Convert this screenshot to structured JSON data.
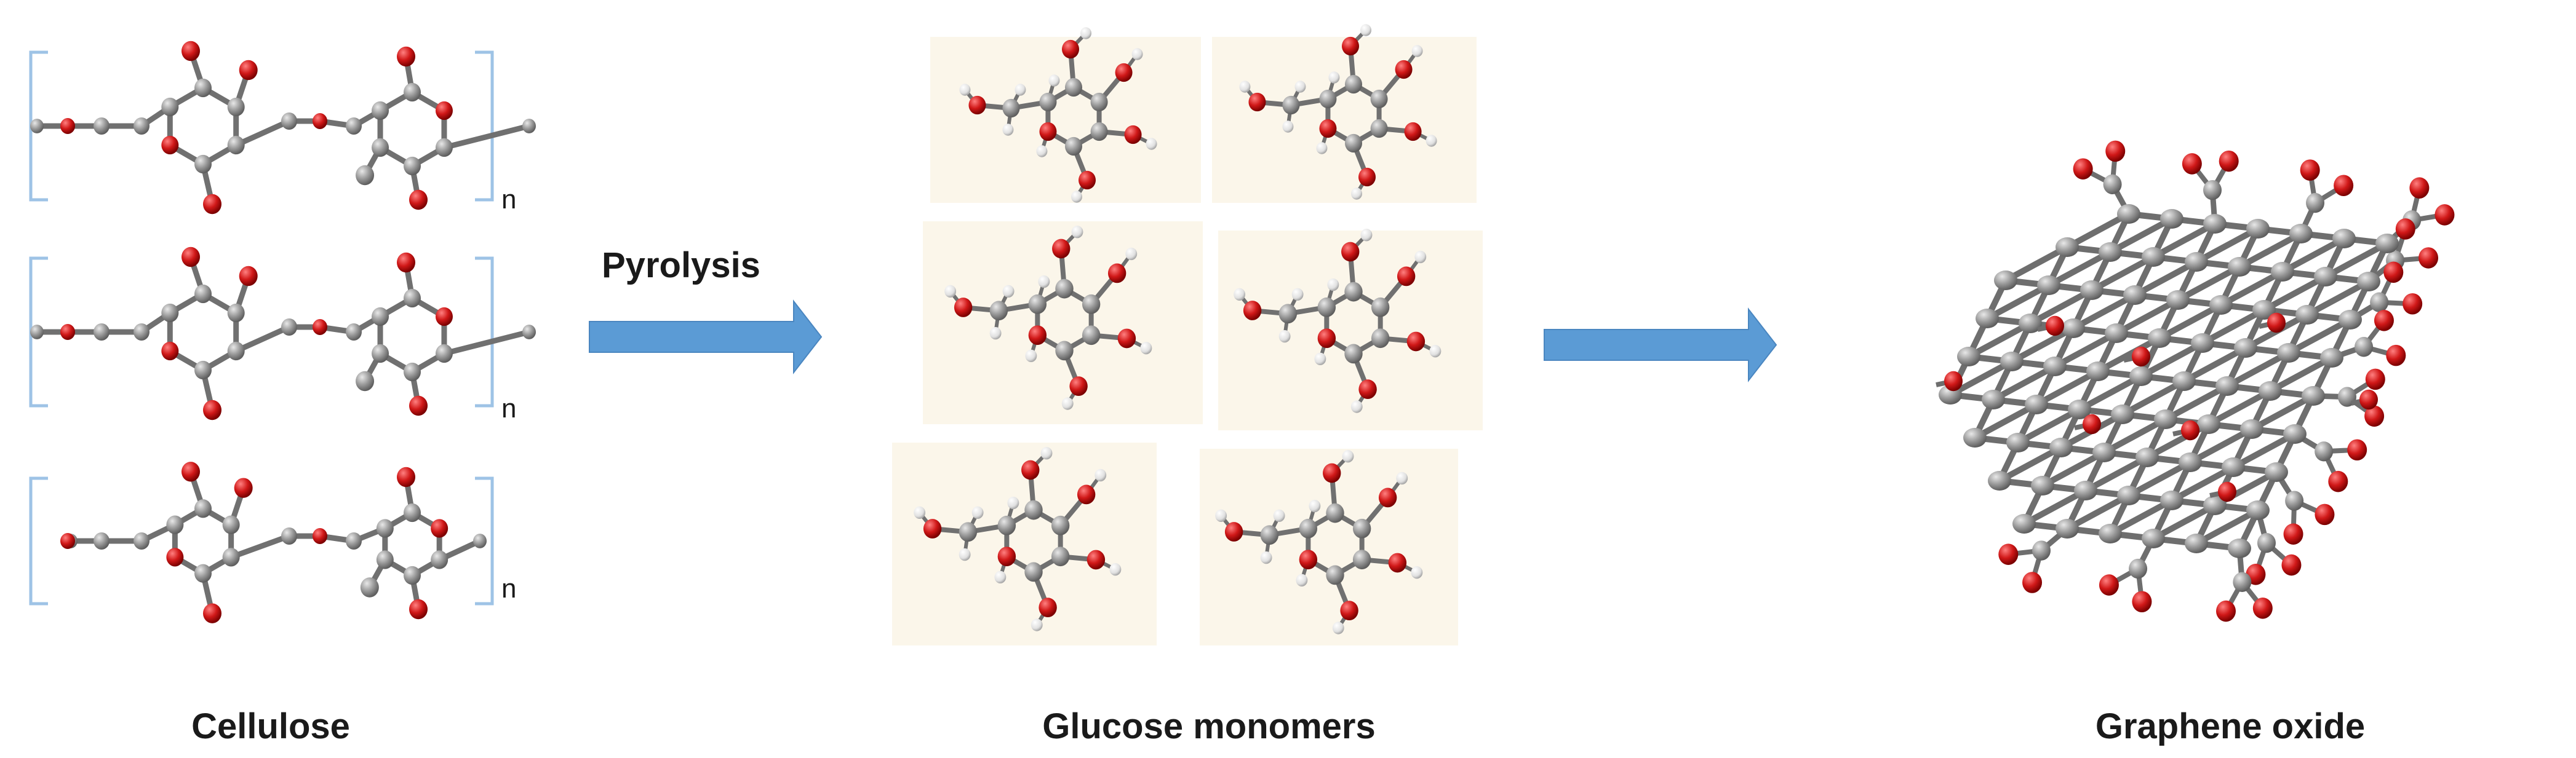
{
  "captions": {
    "cellulose": "Cellulose",
    "glucose": "Glucose monomers",
    "graphene": "Graphene oxide"
  },
  "steps": {
    "pyrolysis": "Pyrolysis"
  },
  "cellulose": {
    "repeat_subscript": "n"
  },
  "colors": {
    "carbon": "#8f8f8f",
    "carbon_highlight": "#d9d9d9",
    "oxygen": "#c41414",
    "oxygen_highlight": "#ff6b6b",
    "hydrogen": "#e6e6e6",
    "bond": "#7a7a7a",
    "bracket": "#9ec3e6",
    "arrow": "#5b9bd5",
    "panel": "#fbf6ea"
  }
}
